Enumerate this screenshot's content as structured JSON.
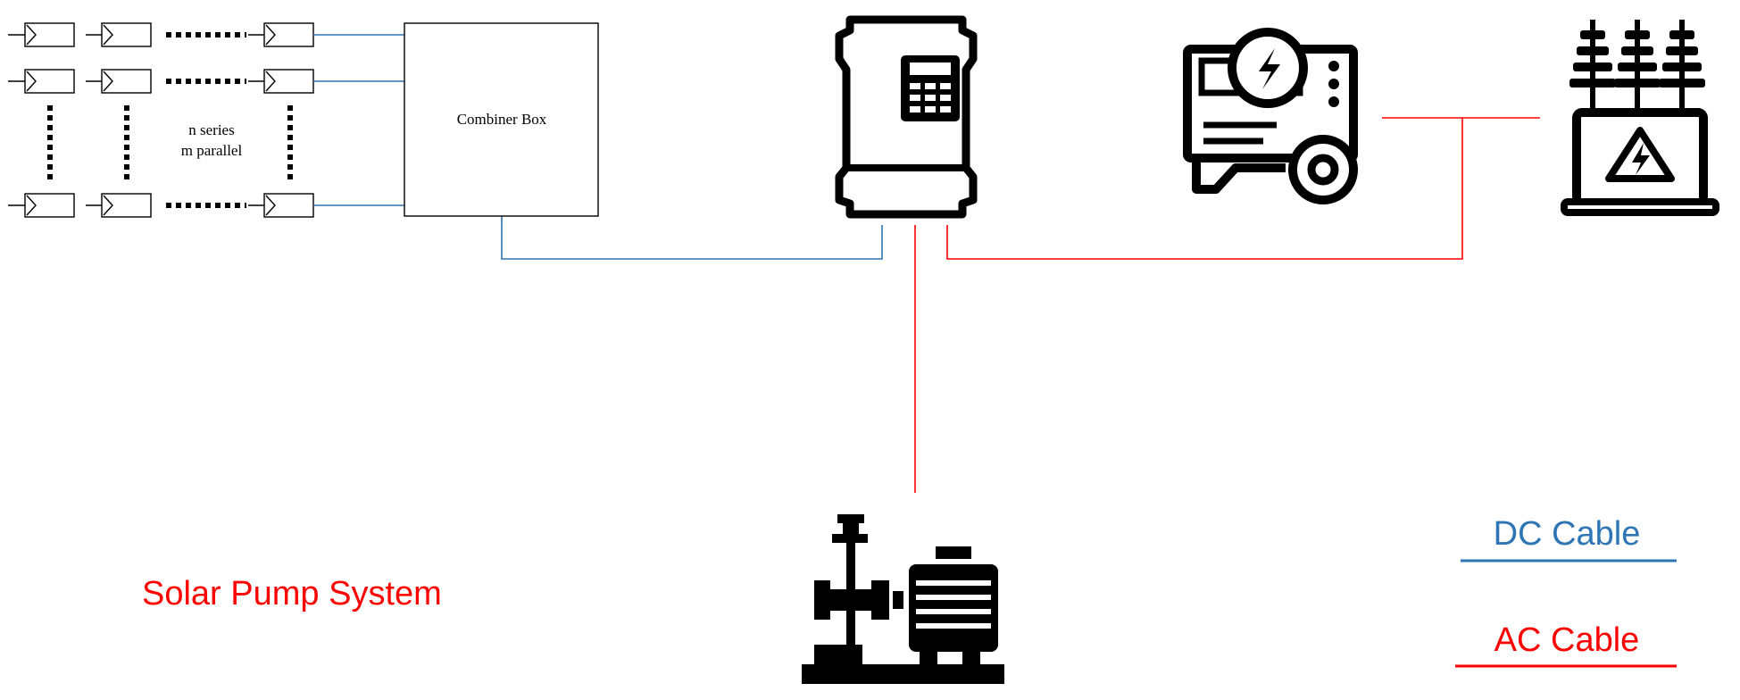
{
  "labels": {
    "combiner_box": "Combiner Box",
    "array_series": "n series",
    "array_parallel": "m parallel",
    "title": "Solar Pump System"
  },
  "legend": {
    "dc": {
      "label": "DC Cable",
      "color": "#2e75b6"
    },
    "ac": {
      "label": "AC Cable",
      "color": "#ff0000"
    }
  },
  "colors": {
    "dc_cable": "#2e75b6",
    "ac_cable": "#ff0000",
    "title": "#ff0000",
    "icons": "#000000"
  },
  "icons": {
    "inverter": "vfd-inverter-icon",
    "generator": "generator-icon",
    "grid": "grid-transformer-icon",
    "pump": "water-pump-motor-icon",
    "panel": "pv-module-icon"
  }
}
